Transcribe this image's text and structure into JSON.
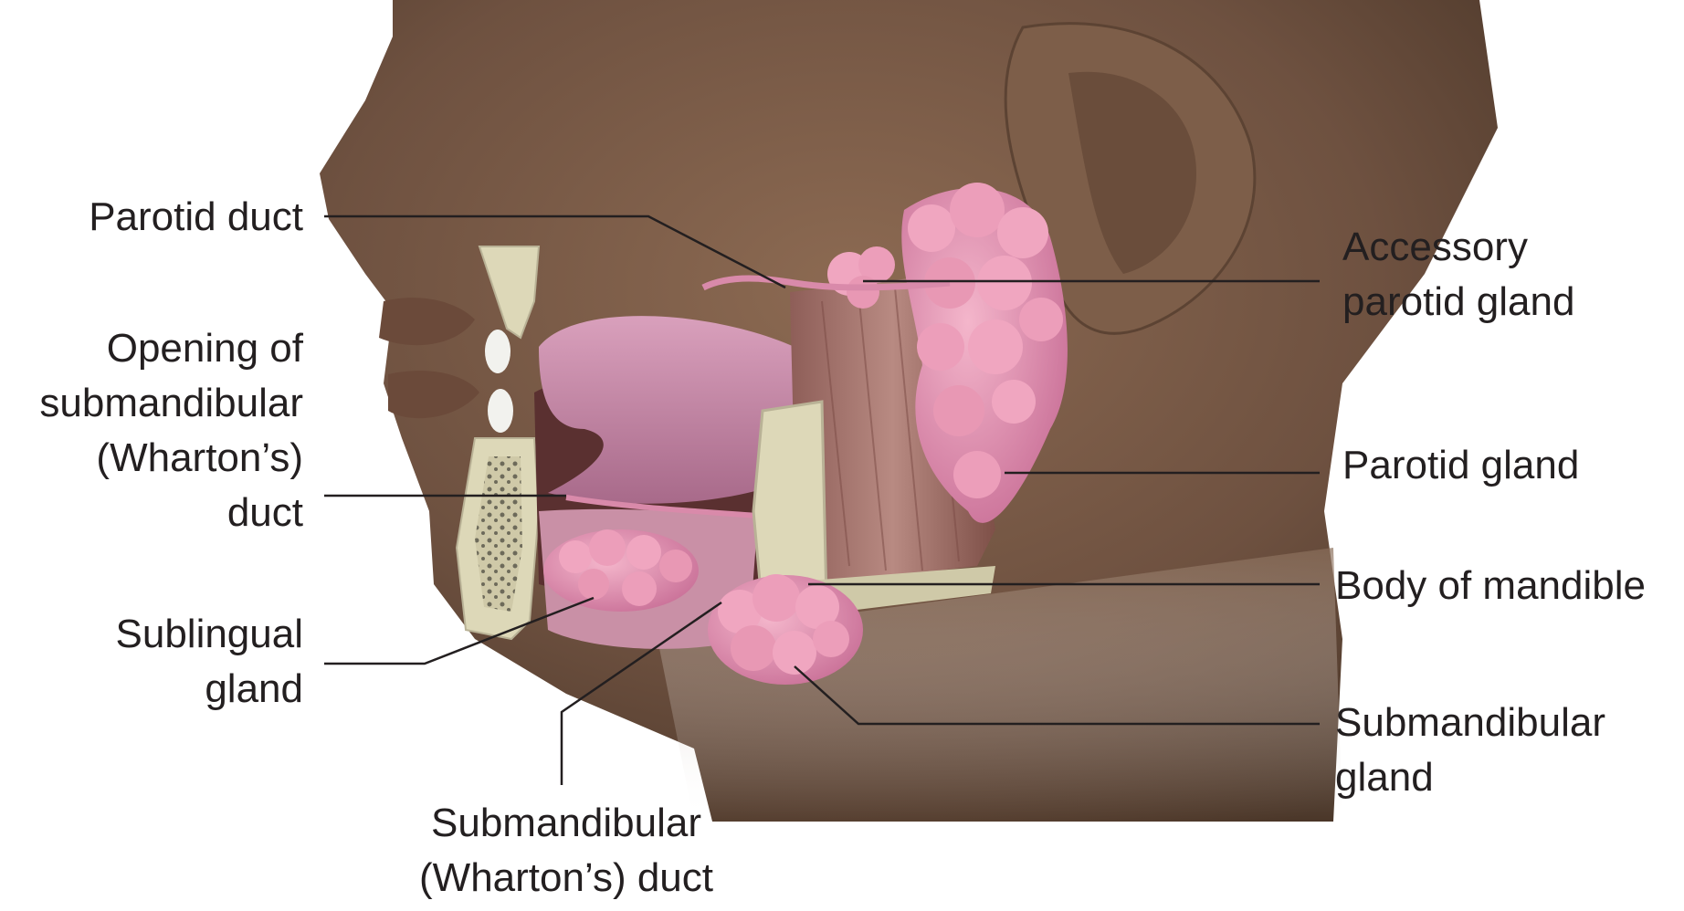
{
  "diagram": {
    "labels": {
      "parotid_duct": [
        "Parotid duct"
      ],
      "opening_submandibular": [
        "Opening of",
        "submandibular",
        "(Wharton’s)",
        "duct"
      ],
      "sublingual_gland": [
        "Sublingual",
        "gland"
      ],
      "submandibular_duct": [
        "Submandibular",
        "(Wharton’s) duct"
      ],
      "accessory_parotid": [
        "Accessory",
        "parotid gland"
      ],
      "parotid_gland": [
        "Parotid gland"
      ],
      "body_of_mandible": [
        "Body of mandible"
      ],
      "submandibular_gland": [
        "Submandibular",
        "gland"
      ]
    },
    "colors": {
      "skin": "#7a5a44",
      "skin_light": "#a07e66",
      "gland": "#e89ab4",
      "gland_dark": "#c9729a",
      "tongue": "#c88aa8",
      "muscle": "#9a6a64",
      "bone": "#ddd8b8",
      "leader": "#231f20"
    }
  }
}
